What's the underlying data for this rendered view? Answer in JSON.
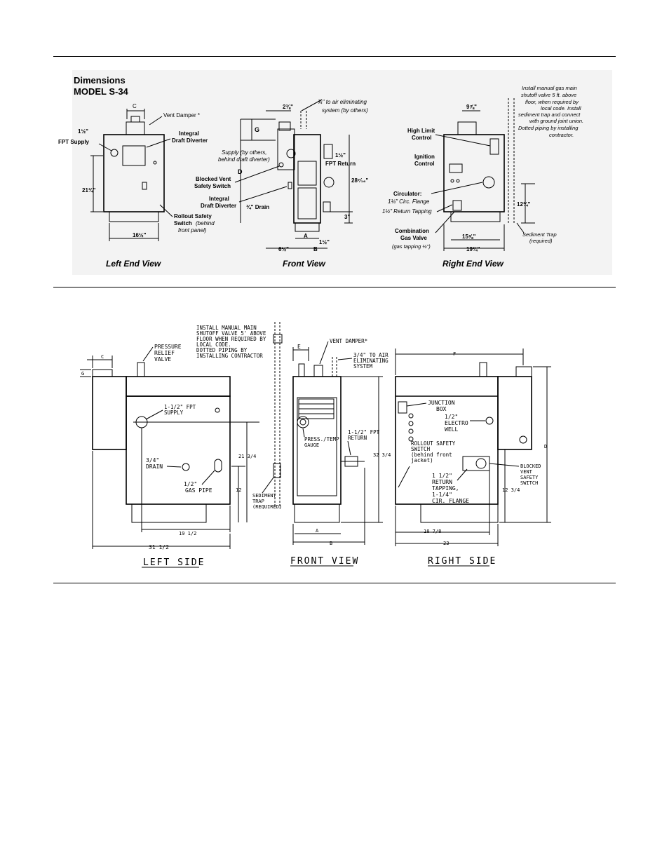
{
  "section1": {
    "title_line1": "Dimensions",
    "title_line2": "MODEL S-34",
    "left": {
      "view_label": "Left End View",
      "dim_c": "C",
      "vent_damper": "Vent Damper *",
      "supply_size": "1½\"",
      "supply_label": "FPT Supply",
      "draft_diverter_1": "Integral",
      "draft_diverter_2": "Draft Diverter",
      "height": "21¾\"",
      "width": "16½\"",
      "rollout_1": "Rollout Safety",
      "rollout_2": "Switch",
      "rollout_2b": "(behind",
      "rollout_3": "front panel)"
    },
    "front": {
      "view_label": "Front View",
      "dim_top": "2⅜\"",
      "air_elim_1": "¾\" to air eliminating",
      "air_elim_2": "system (by others)",
      "dim_g": "G",
      "supply_others_1": "Supply (by others,",
      "supply_others_2": "behind draft diverter)",
      "return_size": "1½\"",
      "return_label": "FPT Return",
      "dim_d": "D",
      "blocked_1": "Blocked Vent",
      "blocked_2": "Safety Switch",
      "height": "28⁷⁄₁₆\"",
      "diverter_1": "Integral",
      "diverter_2": "Draft Diverter",
      "drain": "¾\" Drain",
      "dim_3": "3\"",
      "dim_a": "A",
      "dim_b": "B",
      "dim_1half": "1½\"",
      "dim_6half": "6½\""
    },
    "right": {
      "view_label": "Right End View",
      "dim_top": "9⅞\"",
      "note_1": "Install manual gas main",
      "note_2": "shutoff valve 5 ft. above",
      "note_3": "floor, when required by",
      "note_4": "local code. Install",
      "note_5": "sediment trap and connect",
      "note_6": "with ground joint union.",
      "note_7": "Dotted  piping by installing",
      "note_8": "contractor.",
      "high_limit_1": "High Limit",
      "high_limit_2": "Control",
      "ignition_1": "Ignition",
      "ignition_2": "Control",
      "circulator": "Circulator:",
      "circ_flange": "1¼\" Circ. Flange",
      "return_tapping": "1½\" Return Tapping",
      "height": "12¾\"",
      "combo_1": "Combination",
      "combo_2": "Gas Valve",
      "combo_3": "(gas tapping ½\")",
      "width_inner": "15⅝\"",
      "width_outer": "19¾\"",
      "trap_1": "Sediment Trap",
      "trap_2": "(required)"
    }
  },
  "section2": {
    "left": {
      "view_label": "LEFT SIDE",
      "relief_1": "PRESSURE",
      "relief_2": "RELIEF",
      "relief_3": "VALVE",
      "dim_c": "C",
      "dim_g": "G",
      "supply_1": "1-1/2\" FPT",
      "supply_2": "SUPPLY",
      "drain_1": "3/4\"",
      "drain_2": "DRAIN",
      "gas_1": "1/2\"",
      "gas_2": "GAS PIPE",
      "height": "21 3/4",
      "dim_12": "12",
      "width_inner": "19 1/2",
      "width_outer": "31 1/2"
    },
    "center": {
      "install_1": "INSTALL MANUAL MAIN",
      "install_2": "SHUTOFF VALVE 5' ABOVE",
      "install_3": "FLOOR WHEN REQUIRED BY",
      "install_4": "LOCAL CODE.",
      "install_5": "DOTTED PIPING BY",
      "install_6": "INSTALLING CONTRACTOR",
      "trap_1": "SEDIMENT",
      "trap_2": "TRAP",
      "trap_3": "(REQUIRED)"
    },
    "front": {
      "view_label": "FRONT VIEW",
      "dim_e": "E",
      "vent_damper": "VENT DAMPER*",
      "air_1": "3/4\" TO AIR",
      "air_2": "ELIMINATING",
      "air_3": "SYSTEM",
      "gauge_1": "PRESS./TEMP",
      "gauge_2": "GAUGE",
      "return_1": "1-1/2\" FPT",
      "return_2": "RETURN",
      "height": "32 3/4",
      "dim_a": "A",
      "dim_b": "B"
    },
    "right": {
      "view_label": "RIGHT SIDE",
      "dim_f": "F",
      "junction_1": "JUNCTION",
      "junction_2": "BOX",
      "electro_1": "1/2\"",
      "electro_2": "ELECTRO",
      "electro_3": "WELL",
      "rollout_1": "ROLLOUT SAFETY",
      "rollout_2": "SWITCH",
      "rollout_3": "(behind front",
      "rollout_4": "jacket)",
      "return_1": "1 1/2\"",
      "return_2": "RETURN",
      "return_3": "TAPPING,",
      "return_4": "1-1/4\"",
      "return_5": "CIR. FLANGE",
      "blocked_1": "BLOCKED",
      "blocked_2": "VENT",
      "blocked_3": "SAFETY",
      "blocked_4": "SWITCH",
      "dim_d": "D",
      "height": "12 3/4",
      "width_inner": "18 7/8",
      "width_outer": "23"
    }
  }
}
